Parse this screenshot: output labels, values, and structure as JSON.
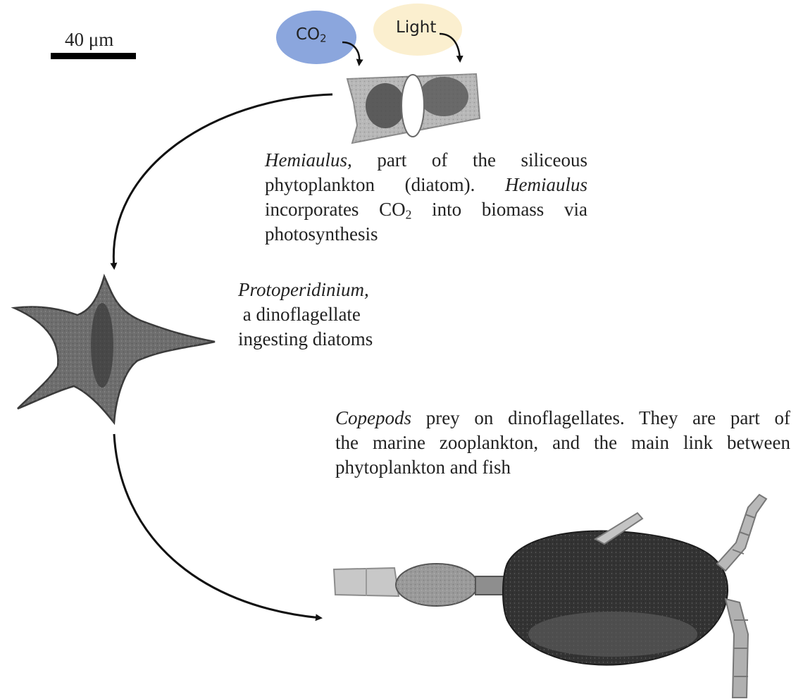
{
  "scale_bar": {
    "label": "40 μm"
  },
  "inputs": {
    "co2": {
      "base": "CO",
      "sub": "2",
      "color": "#8ba6dd"
    },
    "light": {
      "label": "Light",
      "color": "#fbefcf"
    }
  },
  "hemiaulus": {
    "name": "Hemiaulus,",
    "line1_rest": " part of the siliceous",
    "line2_pre": "phytoplankton (diatom). ",
    "line2_name": "Hemiaulus",
    "line3_pre": "incorporates CO",
    "line3_sub": "2",
    "line3_rest": " into biomass via",
    "line4": "photosynthesis"
  },
  "protoperidinium": {
    "name": "Protoperidinium,",
    "line2": " a dinoflagellate",
    "line3": "ingesting diatoms"
  },
  "copepods": {
    "name": "Copepods",
    "line1_rest": " prey on dinoflagellates. They are part of",
    "line2": "the marine zooplankton, and the main link between",
    "line3": "phytoplankton and fish"
  }
}
